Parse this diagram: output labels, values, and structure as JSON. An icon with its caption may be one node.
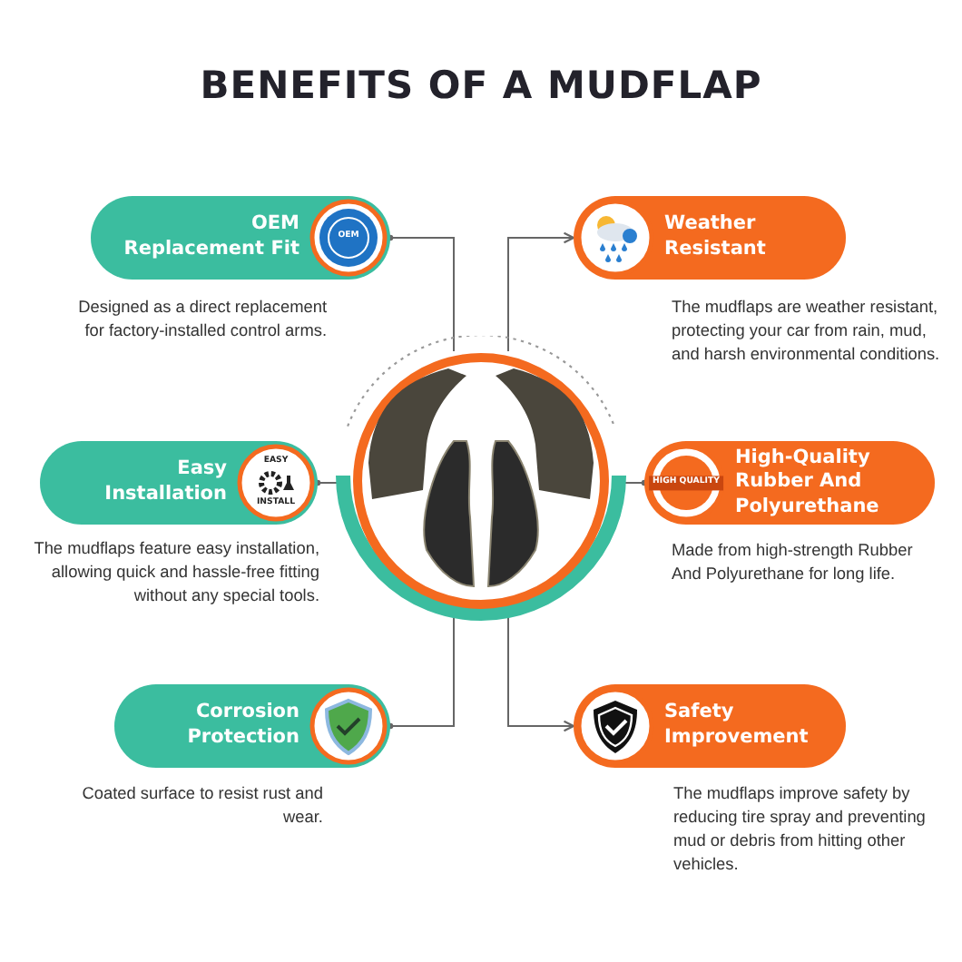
{
  "diagram": {
    "title": "BENEFITS OF A MUDFLAP",
    "nodes": [
      {
        "text": [],
        "shape": "picture"
      },
      {
        "text": [
          "OEM Replacement Fit"
        ],
        "beside": [
          "Designed as a direct replacement for factory-installed control arms."
        ]
      },
      {
        "text": [
          "Weather Resistant"
        ],
        "beside": [
          "The mudflaps are weather resistant, protecting your car from rain, mud, and harsh environmental conditions."
        ]
      },
      {
        "text": [
          "Easy Installation"
        ],
        "beside": [
          "The mudflaps feature easy installation, allowing quick and hassle-free fitting without any special tools."
        ]
      },
      {
        "text": [
          "High-Quality Rubber And Polyurethane"
        ],
        "beside": [
          "Made from high-strength Rubber And Polyurethane for long life."
        ]
      },
      {
        "text": [
          "Corrosion Protection"
        ],
        "beside": [
          "Coated surface to resist rust and wear."
        ]
      },
      {
        "text": [
          "Safety Improvement"
        ],
        "beside": [
          "The mudflaps improve safety by reducing tire spray and preventing mud or debris from hitting other vehicles."
        ]
      }
    ],
    "edges": [
      {
        "from": 0,
        "to": 1,
        "arrow": "other"
      },
      {
        "from": 0,
        "to": 2,
        "arrow": "to"
      },
      {
        "from": 0,
        "to": 3,
        "arrow": "other"
      },
      {
        "from": 0,
        "to": 4,
        "arrow": "other"
      },
      {
        "from": 0,
        "to": 5,
        "arrow": "other"
      },
      {
        "from": 0,
        "to": 6,
        "arrow": "to"
      }
    ],
    "labels": [
      "OEM",
      "EASY",
      "INSTALL",
      "HIGH QUALITY"
    ]
  }
}
